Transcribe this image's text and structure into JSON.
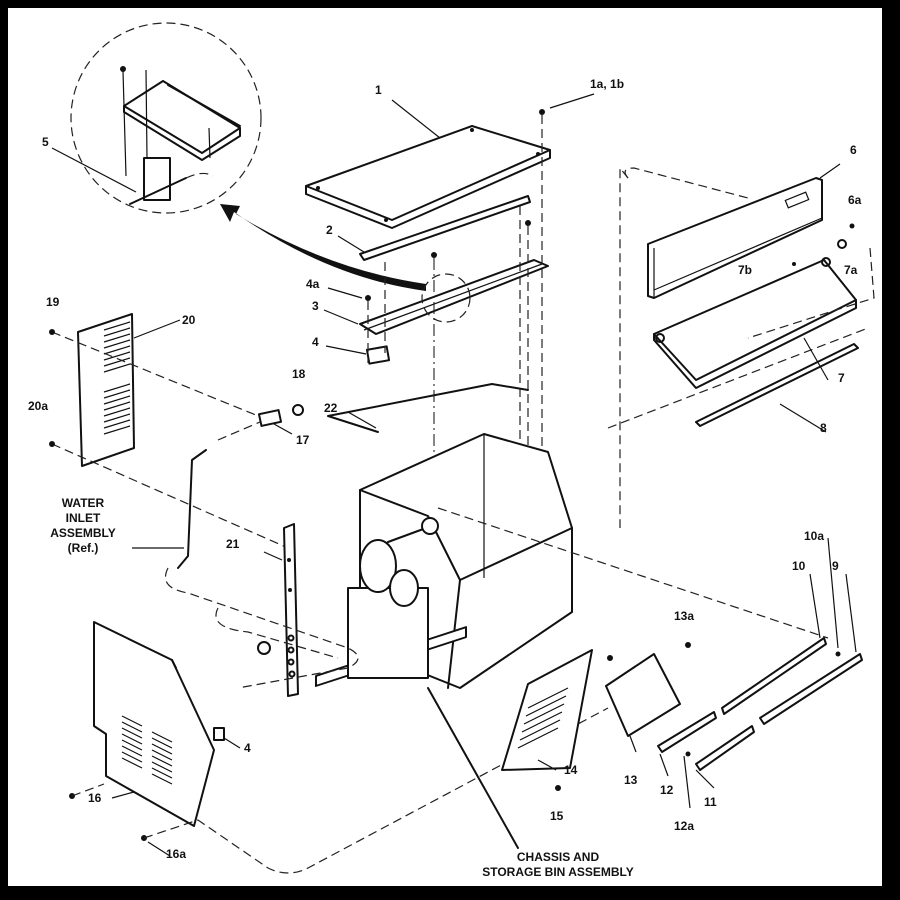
{
  "diagram": {
    "title": "Chassis and Storage Bin Assembly exploded view",
    "callouts": {
      "c1": "1",
      "c1a1b": "1a, 1b",
      "c2": "2",
      "c3": "3",
      "c4": "4",
      "c4a": "4a",
      "c4_lower": "4",
      "c5": "5",
      "c6": "6",
      "c6a": "6a",
      "c7": "7",
      "c7a": "7a",
      "c7b": "7b",
      "c8": "8",
      "c9": "9",
      "c10": "10",
      "c10a": "10a",
      "c11": "11",
      "c12": "12",
      "c12a": "12a",
      "c13": "13",
      "c13a": "13a",
      "c14": "14",
      "c15": "15",
      "c16": "16",
      "c16a": "16a",
      "c17": "17",
      "c18": "18",
      "c19": "19",
      "c20": "20",
      "c20a": "20a",
      "c21": "21",
      "c22": "22"
    },
    "captions": {
      "water_inlet": [
        "WATER",
        "INLET",
        "ASSEMBLY",
        "(Ref.)"
      ],
      "chassis": [
        "CHASSIS AND",
        "STORAGE BIN ASSEMBLY"
      ]
    }
  }
}
